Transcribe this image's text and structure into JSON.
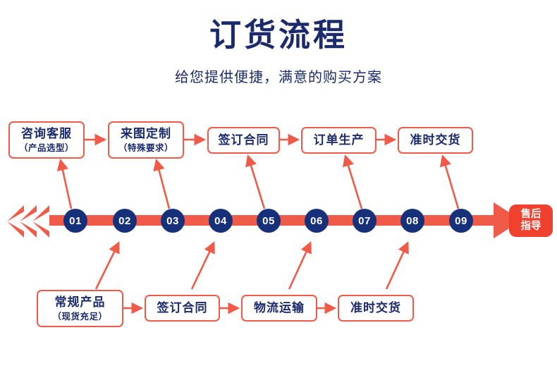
{
  "header": {
    "title": "订货流程",
    "subtitle": "给您提供便捷，满意的购买方案"
  },
  "colors": {
    "title_blue": "#1b2a6b",
    "node_blue": "#16317a",
    "accent_red": "#f0412f",
    "box_border": "#f05a49",
    "arrow_red": "#f05a49",
    "background": "#ffffff"
  },
  "top_steps": [
    {
      "line1": "咨询客服",
      "line2": "（产品选型）"
    },
    {
      "line1": "来图定制",
      "line2": "（特殊要求）"
    },
    {
      "line1": "签订合同",
      "line2": ""
    },
    {
      "line1": "订单生产",
      "line2": ""
    },
    {
      "line1": "准时交货",
      "line2": ""
    }
  ],
  "bottom_steps": [
    {
      "line1": "常规产品",
      "line2": "（现货充足）"
    },
    {
      "line1": "签订合同",
      "line2": ""
    },
    {
      "line1": "物流运输",
      "line2": ""
    },
    {
      "line1": "准时交货",
      "line2": ""
    }
  ],
  "nodes": [
    "01",
    "02",
    "03",
    "04",
    "05",
    "06",
    "07",
    "08",
    "09"
  ],
  "end_label": {
    "line1": "售后",
    "line2": "指导"
  }
}
